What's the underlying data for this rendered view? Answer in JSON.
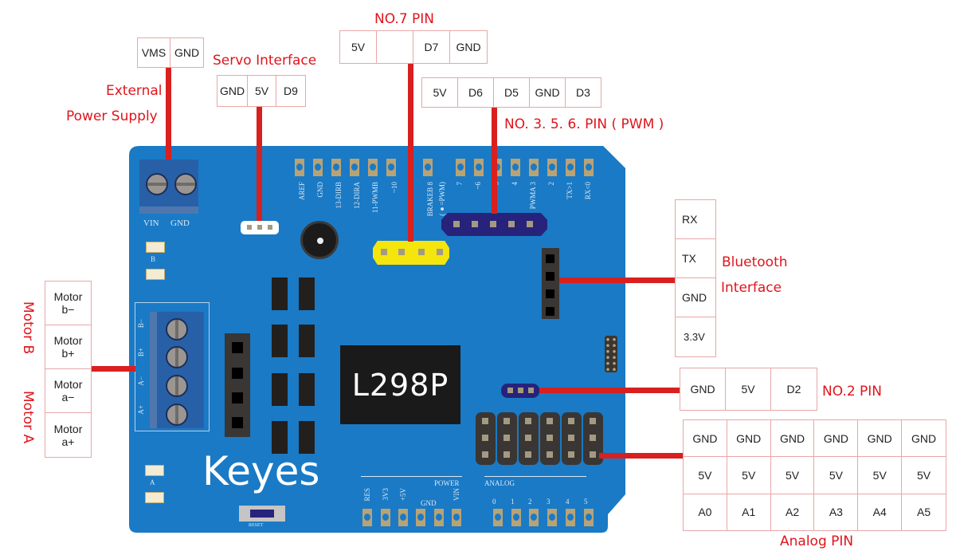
{
  "colors": {
    "board": "#1a7ac5",
    "wire": "#d8201f",
    "label": "#e0141b",
    "chip": "#231f1d",
    "header_yellow": "#f4e50c",
    "header_navy": "#27237a"
  },
  "labels": {
    "external_power": [
      "External",
      "Power Supply"
    ],
    "servo": "Servo Interface",
    "no7": "NO.7 PIN",
    "pwm": "NO. 3. 5. 6. PIN ( PWM )",
    "bluetooth": [
      "Bluetooth",
      "Interface"
    ],
    "no2": "NO.2 PIN",
    "analog": "Analog PIN",
    "motor_b": "Motor B",
    "motor_a": "Motor A"
  },
  "pinouts": {
    "power": [
      "VMS",
      "GND"
    ],
    "servo": [
      "GND",
      "5V",
      "D9"
    ],
    "no7": [
      "5V",
      "",
      "D7",
      "GND"
    ],
    "pwm": [
      "5V",
      "D6",
      "D5",
      "GND",
      "D3"
    ],
    "bluetooth": [
      "RX",
      "TX",
      "GND",
      "3.3V"
    ],
    "no2": [
      "GND",
      "5V",
      "D2"
    ],
    "motor": [
      "Motor\nb−",
      "Motor\nb+",
      "Motor\na−",
      "Motor\na+"
    ],
    "analog": [
      [
        "GND",
        "GND",
        "GND",
        "GND",
        "GND",
        "GND"
      ],
      [
        "5V",
        "5V",
        "5V",
        "5V",
        "5V",
        "5V"
      ],
      [
        "A0",
        "A1",
        "A2",
        "A3",
        "A4",
        "A5"
      ]
    ]
  },
  "board": {
    "brand": "Keyes",
    "chip": "L298P",
    "terminal_labels": [
      "VIN",
      "GND"
    ],
    "motor_terminal_labels": [
      "B−",
      "B+",
      "A−",
      "A+"
    ],
    "led_labels": [
      "B",
      "A"
    ],
    "reset_label": "RESET",
    "digital_silk": [
      "AREF",
      "GND",
      "13-DIRB",
      "12-DIRA",
      "11-PWMB",
      "~10",
      "BRAKEB 8",
      "(●=PWM)",
      "7",
      "~6",
      "~5",
      "4",
      "PWMA 3",
      "2",
      "TX>1",
      "RX<0"
    ],
    "power_header_title": "POWER",
    "power_silk": [
      "RES",
      "3V3",
      "+5V",
      "GND",
      "VIN"
    ],
    "analog_header_title": "ANALOG",
    "analog_silk": [
      "0",
      "1",
      "2",
      "3",
      "4",
      "5"
    ]
  }
}
